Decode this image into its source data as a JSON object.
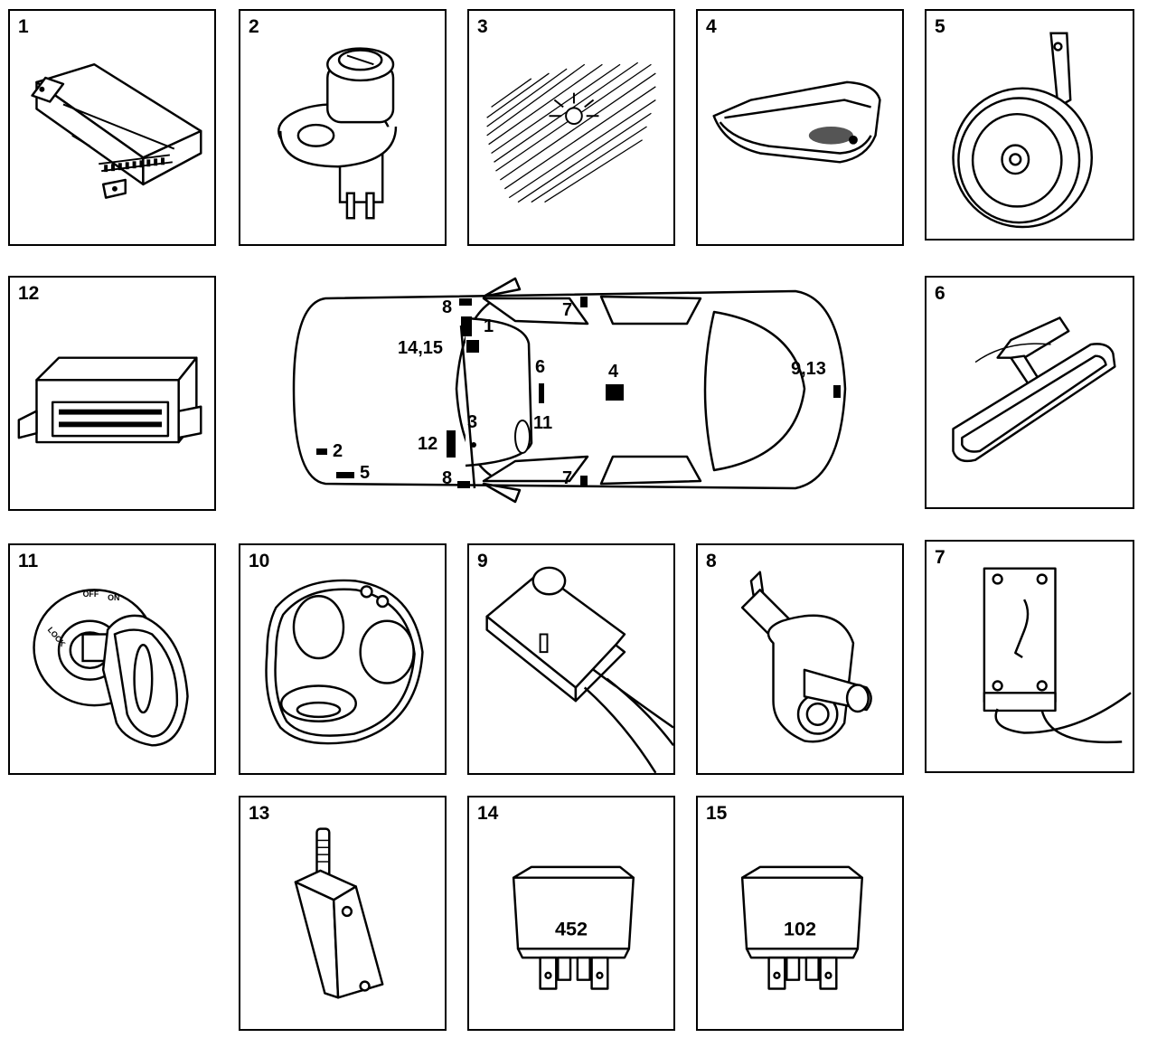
{
  "components": [
    {
      "id": "1",
      "name": "control module"
    },
    {
      "id": "2",
      "name": "switch"
    },
    {
      "id": "3",
      "name": "lamp"
    },
    {
      "id": "4",
      "name": "interior lamp"
    },
    {
      "id": "5",
      "name": "horn"
    },
    {
      "id": "6",
      "name": "rear view mirror"
    },
    {
      "id": "7",
      "name": "door lock"
    },
    {
      "id": "8",
      "name": "door switch"
    },
    {
      "id": "9",
      "name": "switch"
    },
    {
      "id": "10",
      "name": "remote handset"
    },
    {
      "id": "11",
      "name": "ignition switch"
    },
    {
      "id": "12",
      "name": "control unit"
    },
    {
      "id": "13",
      "name": "boot switch"
    },
    {
      "id": "14",
      "name": "relay"
    },
    {
      "id": "15",
      "name": "relay"
    }
  ],
  "panel_labels": {
    "p1": "1",
    "p2": "2",
    "p3": "3",
    "p4": "4",
    "p5": "5",
    "p6": "6",
    "p7": "7",
    "p8": "8",
    "p9": "9",
    "p10": "10",
    "p11": "11",
    "p12": "12",
    "p13": "13",
    "p14": "14",
    "p15": "15"
  },
  "relay_codes": {
    "r14": "452",
    "r15": "102"
  },
  "ignition_text": {
    "lock": "LOCK",
    "off": "OFF",
    "on": "ON"
  },
  "car_labels": {
    "l8a": "8",
    "l1": "1",
    "l1415": "14,15",
    "l7a": "7",
    "l6": "6",
    "l4": "4",
    "l913": "9,13",
    "l3": "3",
    "l11": "11",
    "l12": "12",
    "l2": "2",
    "l5": "5",
    "l8b": "8",
    "l7b": "7"
  }
}
